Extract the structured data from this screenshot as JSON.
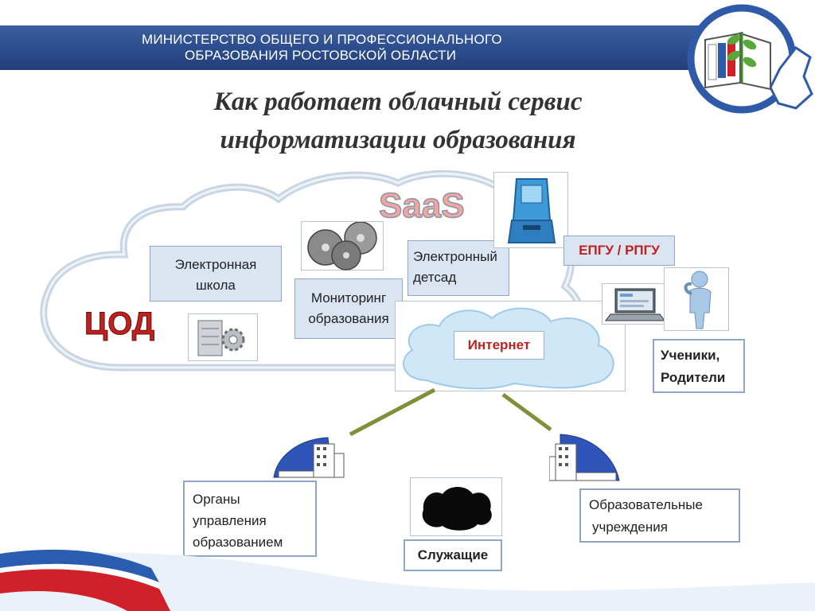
{
  "header": {
    "line1": "МИНИСТЕРСТВО ОБЩЕГО И ПРОФЕССИОНАЛЬНОГО",
    "line2": "ОБРАЗОВАНИЯ РОСТОВСКОЙ ОБЛАСТИ"
  },
  "title": {
    "line1": "Как работает облачный сервис",
    "line2": "информатизации образования"
  },
  "cloud": {
    "saas_label": "SaaS",
    "cod_label": "ЦОД",
    "school": [
      "Электронная",
      "школа"
    ],
    "monitoring": [
      "Мониторинг",
      "образования"
    ],
    "kindergarten": [
      "Электронный",
      "детсад"
    ],
    "internet": "Интернет"
  },
  "right": {
    "epgu": "ЕПГУ / РПГУ",
    "students": [
      "Ученики,",
      "Родители"
    ]
  },
  "bottom": {
    "authorities": [
      "Органы",
      "управления",
      "образованием"
    ],
    "employees": "Служащие",
    "institutions": [
      "Образовательные",
      "учреждения"
    ]
  },
  "colors": {
    "header_blue": "#2b4c8c",
    "accent_red": "#c0201e",
    "box_fill": "#dbe4f1",
    "box_border": "#8ea7c9",
    "connector_green": "#7f8f3a",
    "flag_blue": "#2a5db0",
    "flag_red": "#d0202a"
  }
}
